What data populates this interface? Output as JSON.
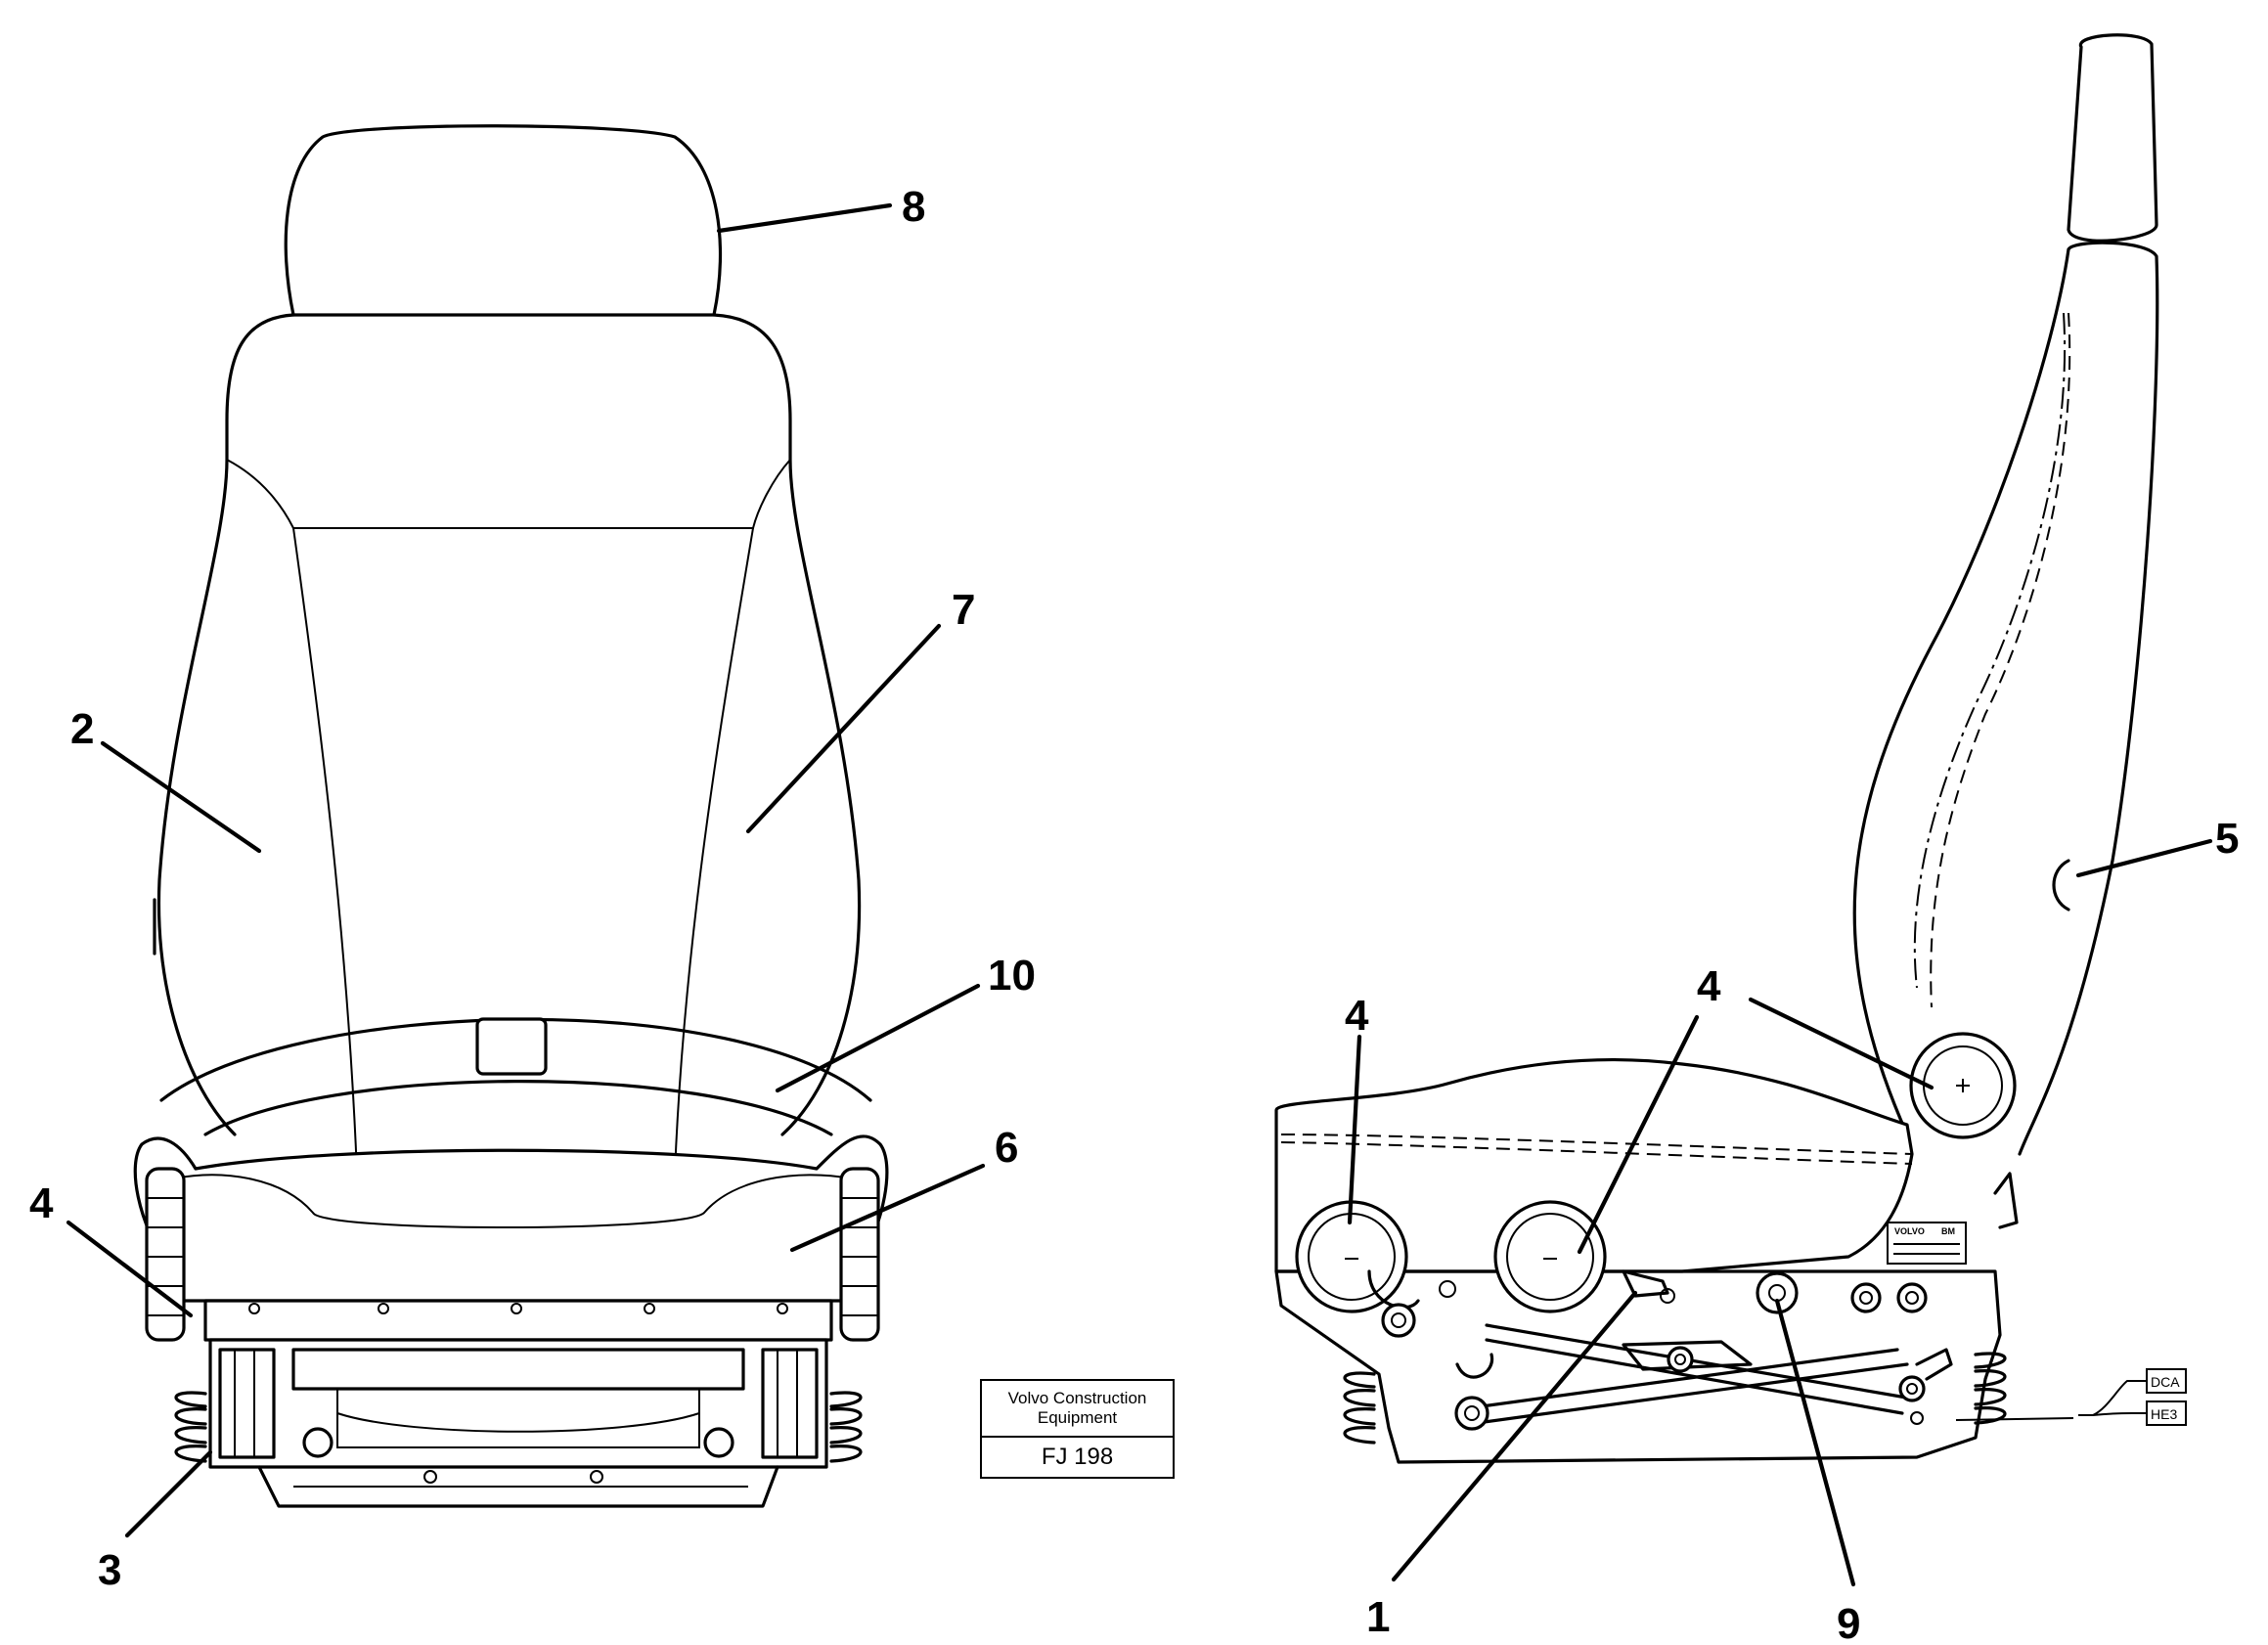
{
  "callouts": {
    "front_view": {
      "c8": "8",
      "c7": "7",
      "c2": "2",
      "c10": "10",
      "c6": "6",
      "c4": "4",
      "c3": "3"
    },
    "side_view": {
      "c5": "5",
      "c4_left": "4",
      "c4_mid": "4",
      "c1": "1",
      "c9": "9"
    }
  },
  "plate": {
    "brand": "VOLVO",
    "mark": "BM"
  },
  "connectors": {
    "upper": "DCA",
    "lower": "HE3"
  },
  "caption": {
    "line1": "Volvo Construction",
    "line2": "Equipment",
    "code": "FJ 198"
  }
}
